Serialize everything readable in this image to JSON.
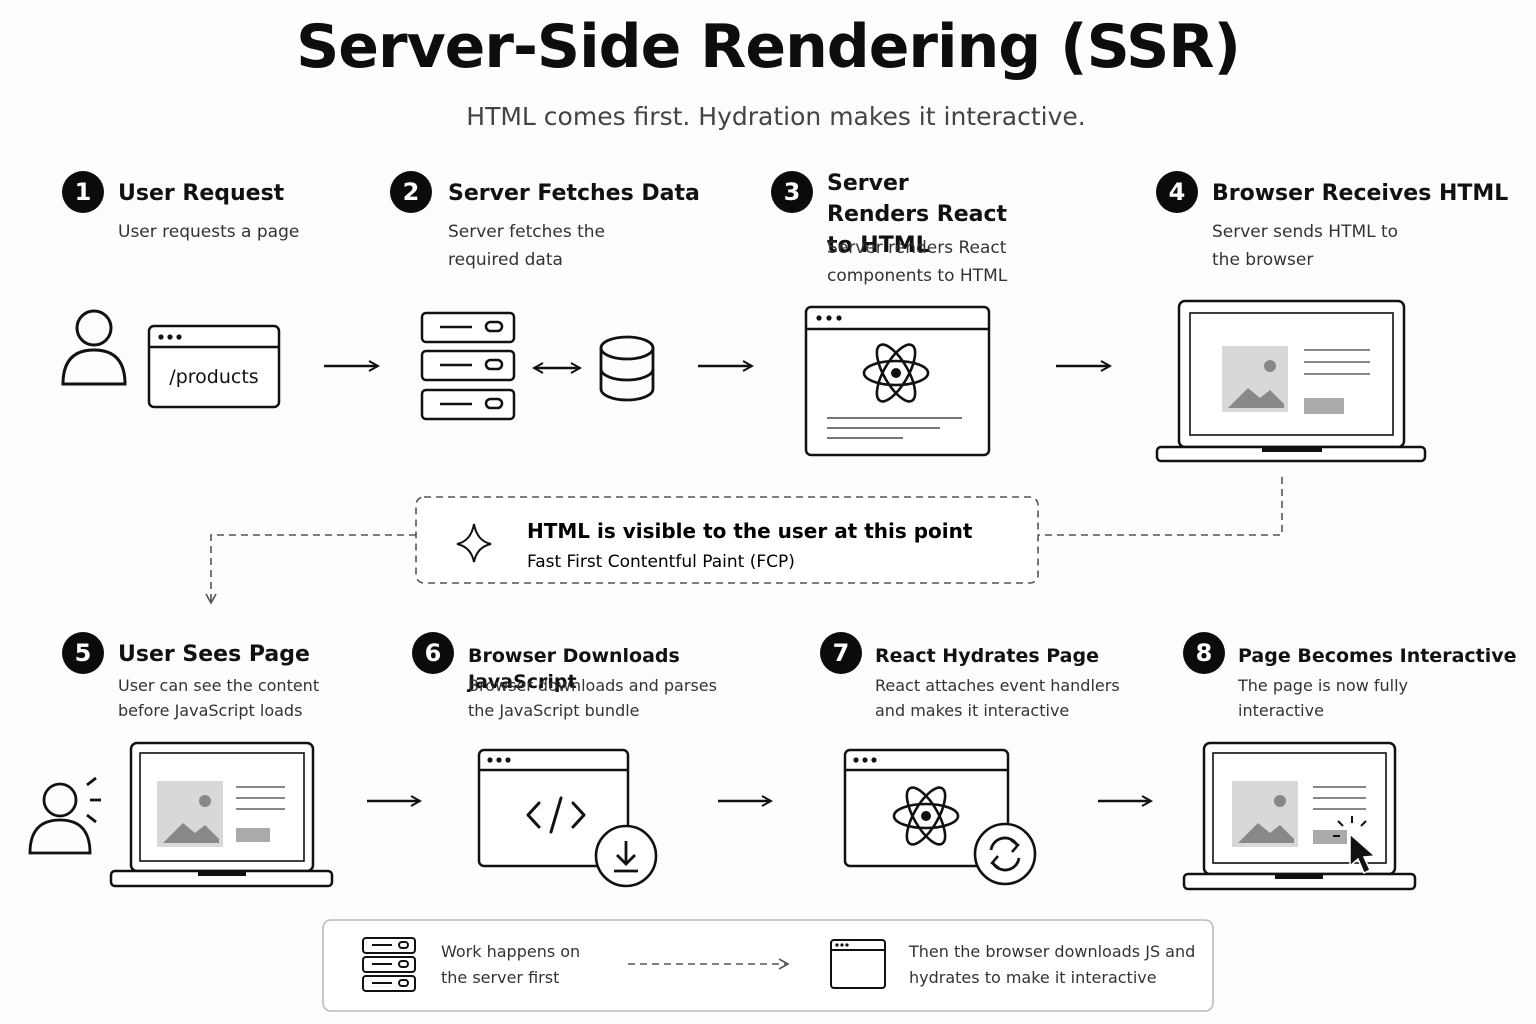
{
  "title": "Server-Side Rendering (SSR)",
  "subtitle": "HTML comes first. Hydration makes it interactive.",
  "steps": [
    {
      "num": "1",
      "title": "User Request",
      "desc": "User requests a page"
    },
    {
      "num": "2",
      "title": "Server Fetches Data",
      "desc": "Server fetches the required data"
    },
    {
      "num": "3",
      "title": "Server Renders React to HTML",
      "desc": "Server renders React components to HTML"
    },
    {
      "num": "4",
      "title": "Browser Receives HTML",
      "desc": "Server sends HTML to the browser"
    },
    {
      "num": "5",
      "title": "User Sees Page",
      "desc": "User can see the content before JavaScript loads"
    },
    {
      "num": "6",
      "title": "Browser Downloads JavaScript",
      "desc": "Browser downloads and parses the JavaScript bundle"
    },
    {
      "num": "7",
      "title": "React Hydrates Page",
      "desc": "React attaches event handlers and makes it interactive"
    },
    {
      "num": "8",
      "title": "Page Becomes Interactive",
      "desc": "The page is now fully interactive"
    }
  ],
  "url_text": "/products",
  "callout": {
    "title": "HTML is visible to the user at this point",
    "subtitle": "Fast First Contentful Paint (FCP)"
  },
  "footer": {
    "left": "Work happens on the server first",
    "right": "Then the browser downloads JS and hydrates to make it interactive"
  },
  "icons": [
    "user-icon",
    "browser-icon",
    "server-icon",
    "database-icon",
    "react-icon",
    "laptop-icon",
    "code-icon",
    "download-icon",
    "sync-icon",
    "cursor-icon",
    "sparkle-icon"
  ]
}
